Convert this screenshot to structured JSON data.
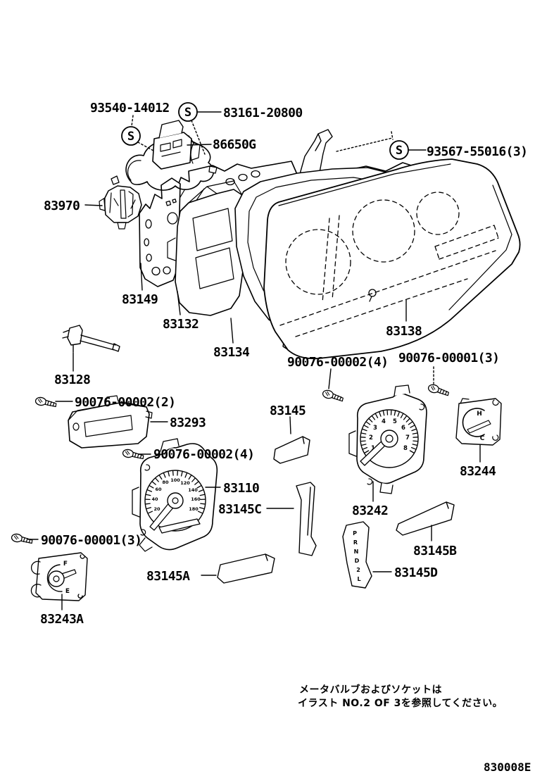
{
  "doc": {
    "type": "instrument-cluster-exploded-parts-diagram",
    "code": "830008E",
    "note_line1": "メータバルブおよびソケットは",
    "note_line2": "イラスト NO.2 OF 3を参照してください。",
    "screw_symbol": "S"
  },
  "labels": {
    "bulb_93540": "93540-14012",
    "bulb_83161": "83161-20800",
    "wire_86650g": "86650G",
    "bulb_93567": "93567-55016(3)",
    "sensor_83970": "83970",
    "plate_83149": "83149",
    "case_83132": "83132",
    "glass_83134": "83134",
    "lens_83138": "83138",
    "screw_90076_00002_4_top": "90076-00002(4)",
    "screw_90076_00001_3_top": "90076-00001(3)",
    "knob_83128": "83128",
    "screw_90076_00002_2": "90076-00002(2)",
    "housing_83293": "83293",
    "screw_90076_00002_4_mid": "90076-00002(4)",
    "lens_83145": "83145",
    "speedo_83110": "83110",
    "lens_83145c": "83145C",
    "tach_83242": "83242",
    "temp_83244": "83244",
    "lens_83145b": "83145B",
    "lens_83145d": "83145D",
    "lens_83145a": "83145A",
    "screw_90076_00001_3_bottom": "90076-00001(3)",
    "fuel_83243a": "83243A"
  },
  "gauges": {
    "speedo": {
      "numbers": [
        "20",
        "40",
        "60",
        "80",
        "100",
        "120",
        "140",
        "160",
        "180"
      ]
    },
    "tach": {
      "numbers": [
        "1",
        "2",
        "3",
        "4",
        "5",
        "6",
        "7",
        "8"
      ]
    },
    "temp": {
      "high": "H",
      "low": "C"
    },
    "fuel": {
      "full": "F",
      "empty": "E"
    },
    "shift": {
      "letters": [
        "P",
        "R",
        "N",
        "D",
        "2",
        "L"
      ]
    }
  },
  "colors": {
    "ink": "#000000",
    "paper": "#ffffff"
  }
}
